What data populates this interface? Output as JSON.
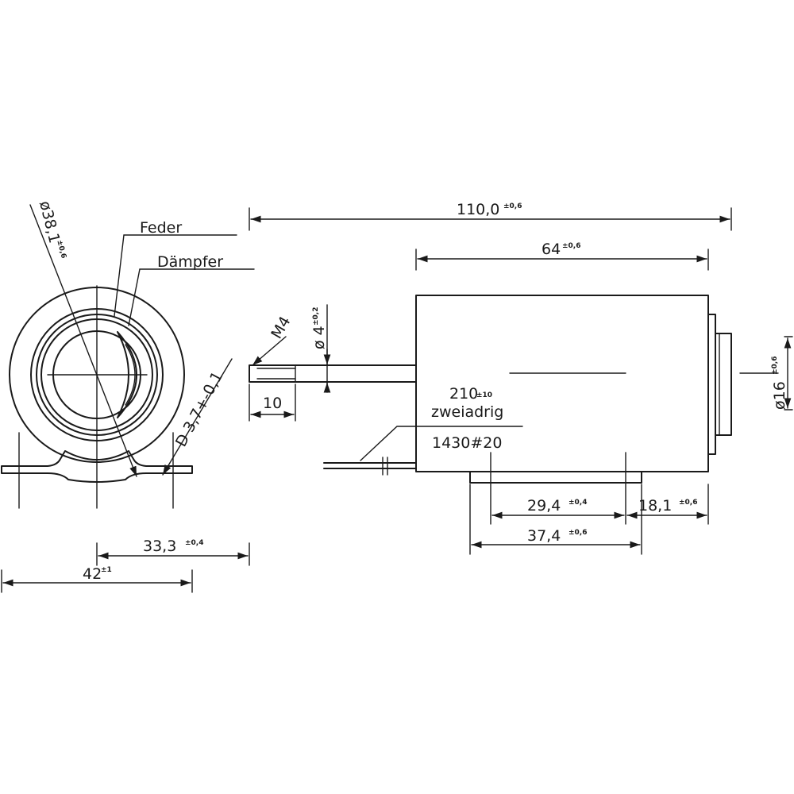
{
  "labels": {
    "feder": "Feder",
    "daempfer": "Dämpfer",
    "diameter_outer": "ø38,1",
    "diameter_outer_tol": "±0,6",
    "hole": "D 3,7+-0,1",
    "thread": "M4",
    "pin_diameter": "ø 4",
    "pin_diameter_tol": "±0,2",
    "pin_length": "10",
    "cable_length": "210",
    "cable_length_tol": "±10",
    "cable_type": "zweiadrig",
    "wire_spec": "1430#20"
  },
  "dimensions": {
    "total_length": "110,0",
    "total_length_tol": "±0,6",
    "body_length": "64",
    "body_length_tol": "±0,6",
    "plunger_diameter": "ø16",
    "plunger_diameter_tol": "±0,6",
    "mount_hole_spacing": "29,4",
    "mount_hole_spacing_tol": "±0,4",
    "mount_offset": "18,1",
    "mount_offset_tol": "±0,6",
    "mount_plate_length": "37,4",
    "mount_plate_length_tol": "±0,6",
    "mount_width_half": "33,3",
    "mount_width_half_tol": "±0,4",
    "mount_width": "42",
    "mount_width_tol": "±1"
  }
}
